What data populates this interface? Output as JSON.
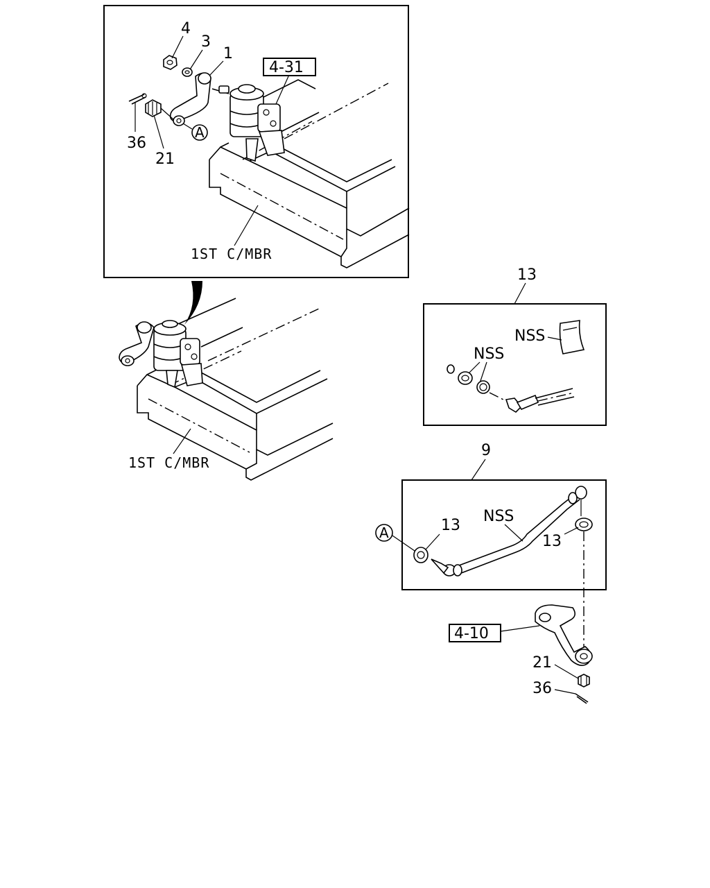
{
  "callouts": {
    "c4": "4",
    "c3": "3",
    "c1": "1",
    "ref_4_31": "4-31",
    "c36_top": "36",
    "c21_top": "21",
    "circle_a_top": "A",
    "member_top": "1ST C/MBR",
    "member_bottom": "1ST C/MBR",
    "c13_kit": "13",
    "nss_tag": "NSS",
    "nss_kit": "NSS",
    "c9": "9",
    "c13_left": "13",
    "nss_link": "NSS",
    "c13_right": "13",
    "circle_a_link": "A",
    "ref_4_10": "4-10",
    "c21_bottom": "21",
    "c36_bottom": "36"
  }
}
